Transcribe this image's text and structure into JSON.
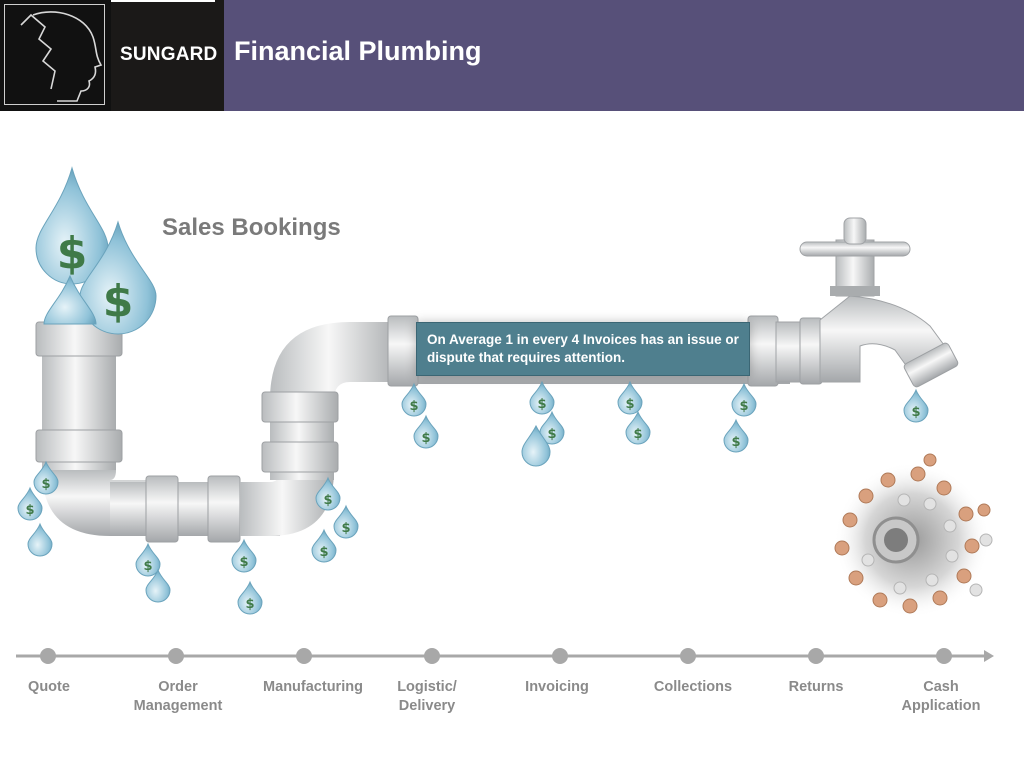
{
  "header": {
    "brand": "SUNGARD",
    "title": "Financial Plumbing",
    "logo_icon": "head-profile-icon",
    "colors": {
      "banner": "#575079",
      "logo_bg": "#111111"
    }
  },
  "diagram": {
    "source_label": "Sales Bookings",
    "callout": "On Average 1 in every 4 Invoices has an issue or dispute that requires attention.",
    "callout_color": "#4f7f8e",
    "icons": [
      "dollar-drop-icon",
      "pipe",
      "faucet-icon",
      "coin-drain-icon"
    ]
  },
  "timeline": {
    "stages": [
      {
        "label": "Quote"
      },
      {
        "label": "Order Management"
      },
      {
        "label": "Manufacturing"
      },
      {
        "label": "Logistic/ Delivery"
      },
      {
        "label": "Invoicing"
      },
      {
        "label": "Collections"
      },
      {
        "label": "Returns"
      },
      {
        "label": "Cash Application"
      }
    ]
  }
}
